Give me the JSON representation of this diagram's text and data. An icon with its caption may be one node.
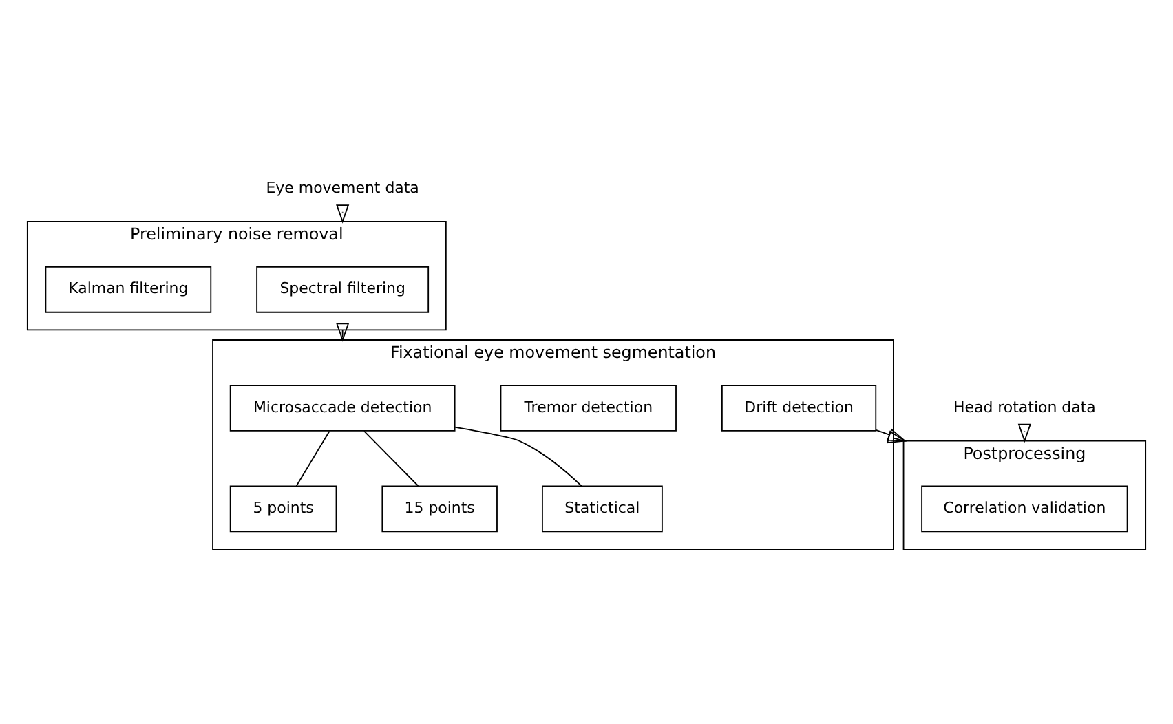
{
  "diagram": {
    "nodes": [
      {
        "text": [
          "Eye movement data"
        ]
      },
      {
        "text": [
          "Preliminary noise removal"
        ]
      },
      {
        "text": [
          "Spectral filtering"
        ],
        "in": 1
      },
      {
        "text": [
          "Kalman filtering"
        ],
        "in": 1
      },
      {
        "text": [
          "Fixational eye movement segmentation"
        ]
      },
      {
        "text": [
          "Microsaccade detection"
        ],
        "in": 4
      },
      {
        "text": [
          "Tremor detection"
        ],
        "in": 4
      },
      {
        "text": [
          "Drift detection"
        ],
        "in": 4
      },
      {
        "text": [
          "5 points"
        ],
        "in": 4
      },
      {
        "text": [
          "15 points"
        ],
        "in": 4
      },
      {
        "text": [
          "Statictical"
        ],
        "in": 4
      },
      {
        "text": [
          "Postprocessing"
        ]
      },
      {
        "text": [
          "Correlation validation"
        ],
        "in": 11
      },
      {
        "text": [
          "Head rotation data"
        ]
      }
    ],
    "edges": [
      {
        "from": 0,
        "to": 1,
        "arrow": "to"
      },
      {
        "from": 1,
        "to": 4,
        "arrow": "to"
      },
      {
        "from": 5,
        "to": 8,
        "arrow": "none"
      },
      {
        "from": 5,
        "to": 9,
        "arrow": "none"
      },
      {
        "from": 5,
        "to": 10,
        "arrow": "none"
      },
      {
        "from": 4,
        "to": 11,
        "arrow": "to"
      },
      {
        "from": 7,
        "to": 11,
        "arrow": "to"
      },
      {
        "from": 13,
        "to": 11,
        "arrow": "to"
      }
    ]
  }
}
